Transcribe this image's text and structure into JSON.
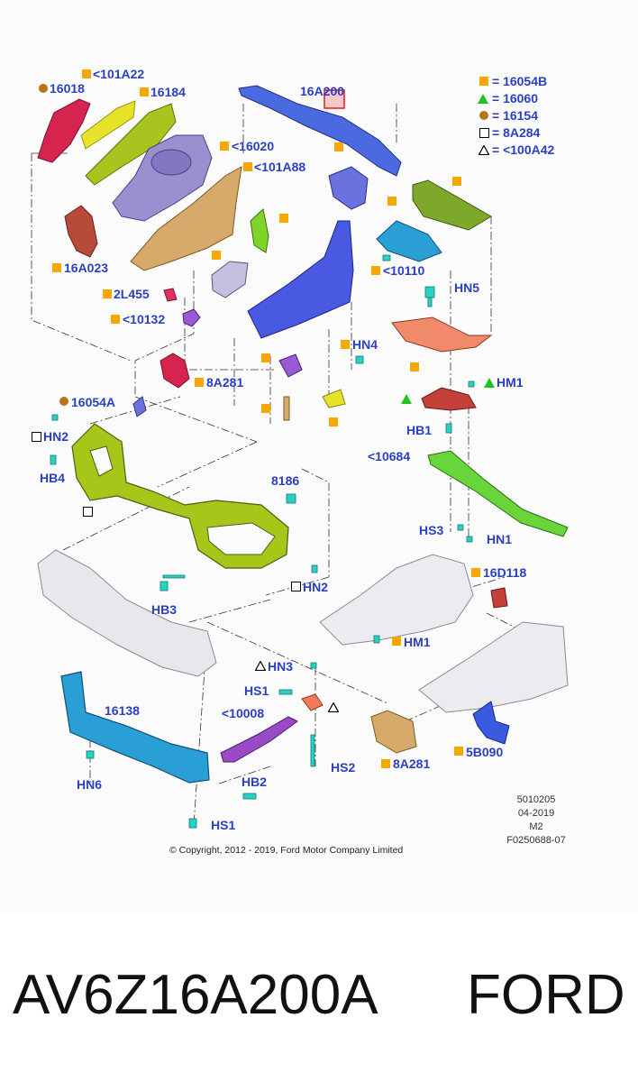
{
  "diagram": {
    "labels": [
      "16018",
      "<101A22",
      "16184",
      "16A200",
      "<16020",
      "<101A88",
      "16A023",
      "2L455",
      "<10132",
      "<10110",
      "HN5",
      "HN4",
      "8A281",
      "16054A",
      "HM1",
      "HN2",
      "HB4",
      "HB1",
      "<10684",
      "8186",
      "HS3",
      "HN1",
      "HB3",
      "HN2",
      "16D118",
      "HM1",
      "HN3",
      "HS1",
      "<10008",
      "16138",
      "HS2",
      "8A281",
      "5B090",
      "HN6",
      "HB2",
      "HS1"
    ],
    "legend": [
      {
        "symbol": "filled-square",
        "text": "= 16054B"
      },
      {
        "symbol": "filled-triangle",
        "text": "= 16060"
      },
      {
        "symbol": "filled-circle",
        "text": "= 16154"
      },
      {
        "symbol": "open-square",
        "text": "= 8A284"
      },
      {
        "symbol": "open-triangle",
        "text": "= <100A42"
      }
    ],
    "reference": [
      "5010205",
      "04-2019",
      "M2",
      "F0250688-07"
    ],
    "copyright": "© Copyright, 2012 - 2019, Ford Motor Company Limited"
  },
  "caption": {
    "part_number": "AV6Z16A200A",
    "brand": "FORD"
  },
  "colors": {
    "label": "#2a3fc4",
    "marker_square": "#f7a800",
    "marker_triangle": "#1fc41f",
    "marker_circle": "#b8741a",
    "highlight": "#d42020"
  }
}
